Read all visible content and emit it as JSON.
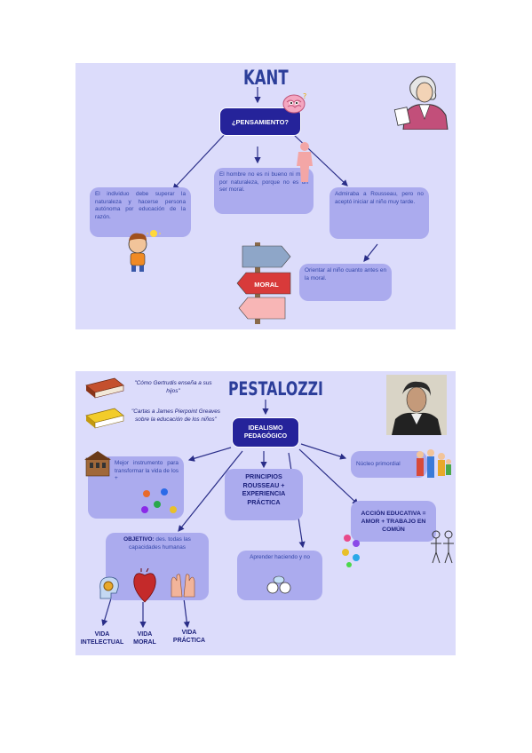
{
  "kant": {
    "title": "KANT",
    "center": "¿PENSAMIENTO?",
    "left_node": "El individuo debe superar la naturaleza y hacerse persona autónoma por educación de la razón.",
    "middle_node": "El hombre no es ni bueno ni malo por naturaleza, porque no es un ser moral.",
    "right_node": "Admiraba a Rousseau, pero no aceptó iniciar al niño muy tarde.",
    "bottom_node": "Orientar al niño cuanto antes en la moral.",
    "sign_label": "MORAL"
  },
  "pestalozzi": {
    "title": "PESTALOZZI",
    "book1": "\"Cómo Gertrudis enseña a sus hijos\"",
    "book2": "\"Cartas a James Pierpoint Greaves sobre la educación de los niños\"",
    "center": "IDEALISMO PEDAGÓGICO",
    "left_node": "Mejor instrumento para transformar la vida de los +",
    "principles": "PRINCIPIOS ROUSSEAU + EXPERIENCIA PRÁCTICA",
    "right_top_node": "Núcleo primordial",
    "action_node": "ACCIÓN EDUCATIVA = AMOR + TRABAJO EN COMÚN",
    "objective_bold": "OBJETIVO:",
    "objective_text": " des. todas las capacidades humanas",
    "learn_node": "Aprender haciendo y no",
    "vida1": "VIDA INTELECTUAL",
    "vida2": "VIDA MORAL",
    "vida3": "VIDA PRÁCTICA"
  },
  "colors": {
    "panel": "#dcdcfb",
    "node": "#ababee",
    "dark": "#25239a",
    "arrow": "#2a2e88"
  }
}
